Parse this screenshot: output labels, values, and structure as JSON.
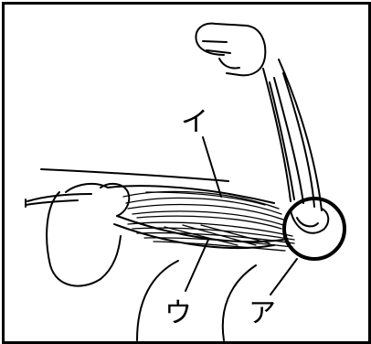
{
  "labels": {
    "a": "ア",
    "i": "イ",
    "u": "ウ"
  },
  "colors": {
    "line": "#000000",
    "background": "#ffffff"
  }
}
